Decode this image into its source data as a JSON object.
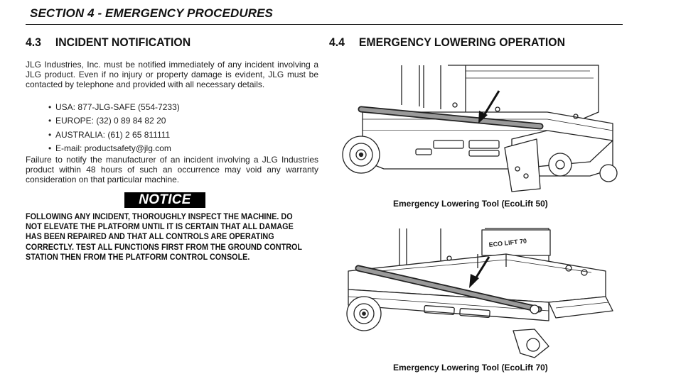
{
  "section_header": "SECTION 4 - EMERGENCY PROCEDURES",
  "left": {
    "heading_num": "4.3",
    "heading_title": "INCIDENT NOTIFICATION",
    "intro": "JLG Industries, Inc. must be notified immediately of any incident involving a JLG product. Even if no injury or property damage is evident, JLG must be contacted by telephone and provided with all necessary details.",
    "contacts": [
      "USA: 877-JLG-SAFE (554-7233)",
      "EUROPE: (32) 0 89 84 82 20",
      "AUSTRALIA: (61) 2 65 811111",
      "E-mail: productsafety@jlg.com"
    ],
    "failure_text": "Failure to notify the manufacturer of an incident involving a JLG Industries product within 48 hours of such an occurrence may void any warranty consideration on that particular machine.",
    "notice_label": "NOTICE",
    "notice_text": "FOLLOWING ANY INCIDENT, THOROUGHLY INSPECT THE MACHINE. DO NOT ELEVATE THE PLATFORM UNTIL IT IS CERTAIN THAT ALL DAMAGE HAS BEEN REPAIRED AND THAT ALL CONTROLS ARE OPERATING CORRECTLY. TEST ALL FUNCTIONS FIRST FROM THE GROUND CONTROL STATION THEN FROM THE PLATFORM CONTROL CONSOLE."
  },
  "right": {
    "heading_num": "4.4",
    "heading_title": "EMERGENCY LOWERING OPERATION",
    "figure1_caption": "Emergency Lowering Tool (EcoLift 50)",
    "figure2_caption": "Emergency Lowering Tool (EcoLift 70)",
    "figure2_label": "ECO LIFT 70"
  }
}
